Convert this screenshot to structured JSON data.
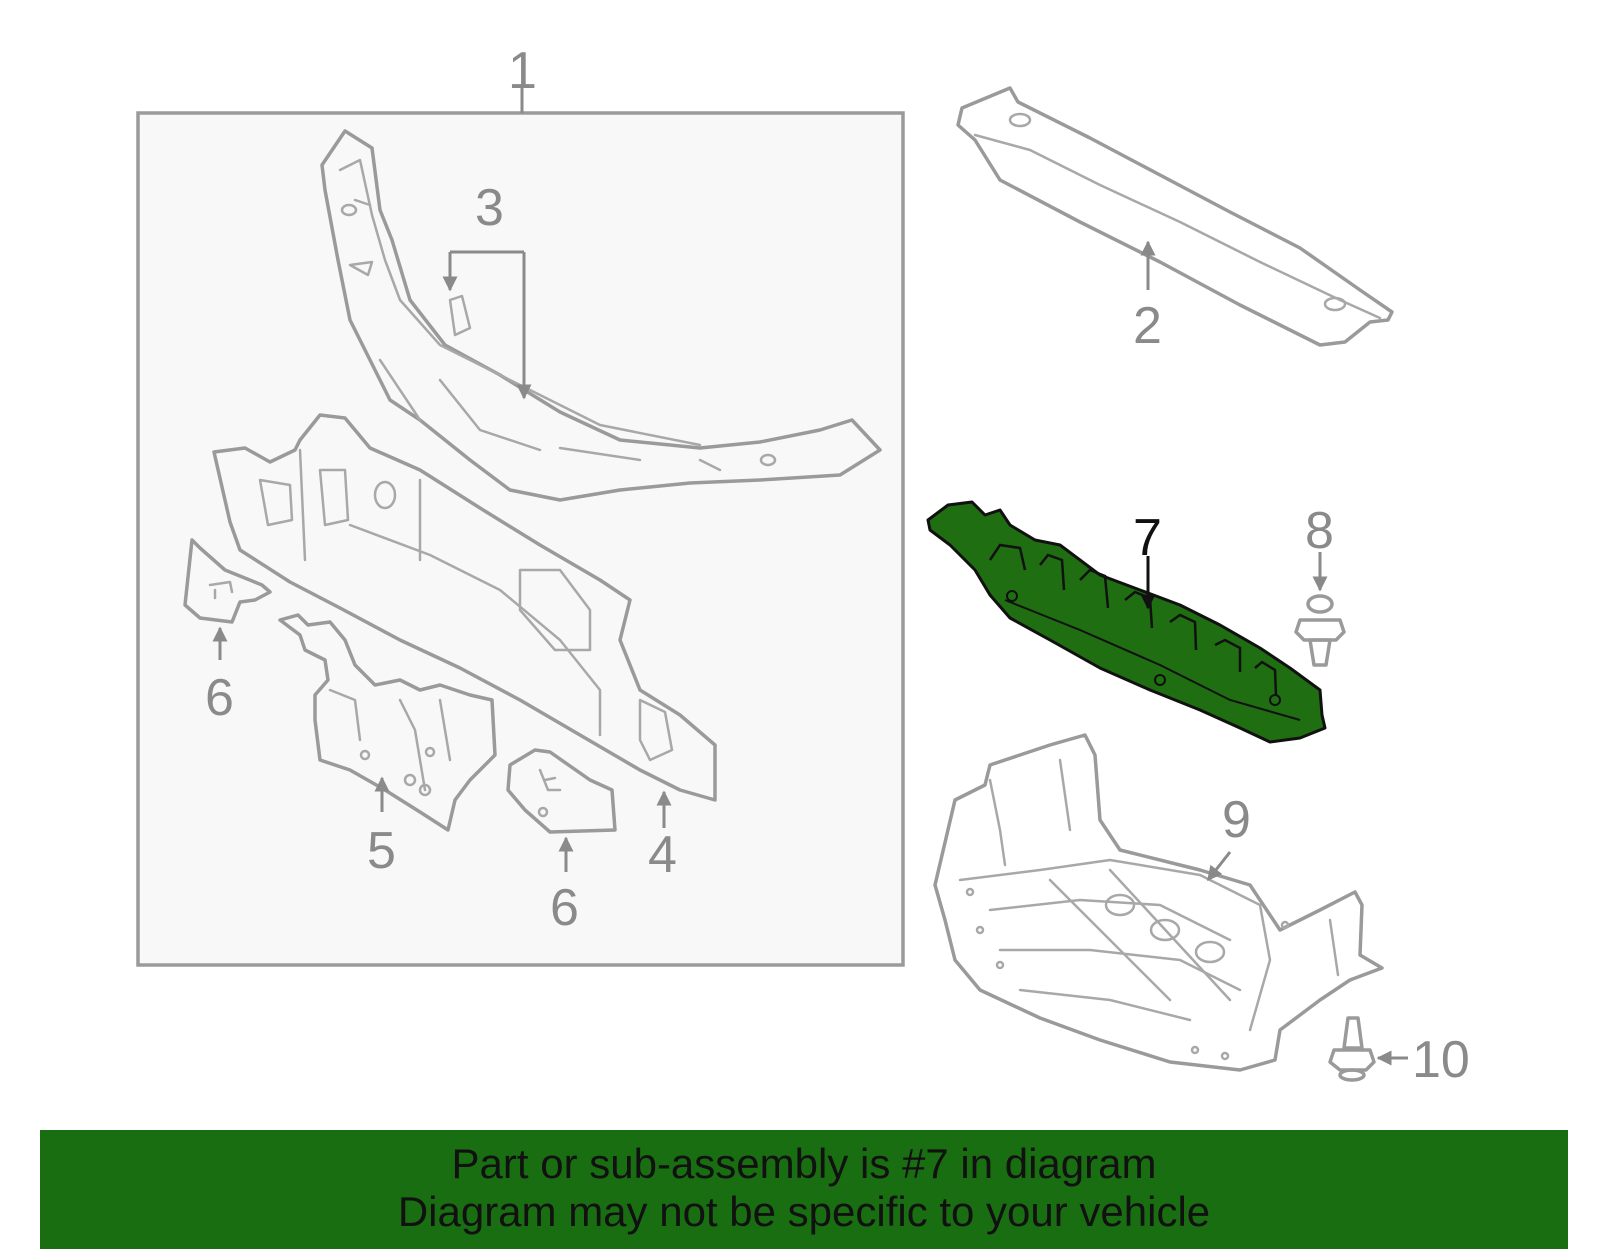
{
  "callouts": {
    "c1": "1",
    "c2": "2",
    "c3": "3",
    "c4": "4",
    "c5": "5",
    "c6a": "6",
    "c6b": "6",
    "c7": "7",
    "c8": "8",
    "c9": "9",
    "c10": "10"
  },
  "highlight_part": "7",
  "colors": {
    "part_outline": "#9a9a9a",
    "highlight_fill": "#1f6e12",
    "banner_bg": "#1a6e12",
    "subassembly_bg": "#f8f8f8"
  },
  "banner": {
    "line1": "Part or sub-assembly is #7 in diagram",
    "line2": "Diagram may not be specific to your vehicle"
  }
}
